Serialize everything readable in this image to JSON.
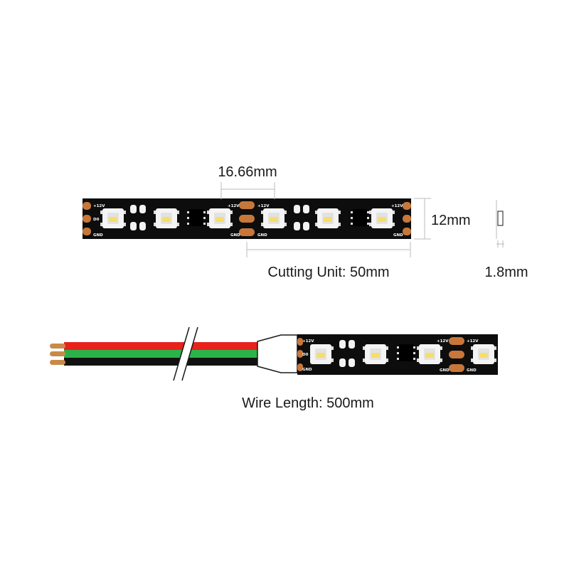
{
  "dimensions": {
    "led_pitch": "16.66mm",
    "width": "12mm",
    "cutting_unit": "Cutting Unit: 50mm",
    "thickness": "1.8mm",
    "wire_length": "Wire Length: 500mm"
  },
  "pad_labels": {
    "power": "+12V",
    "data": "D0",
    "ground": "GND"
  },
  "colors": {
    "pcb": "#0d0d0d",
    "pad": "#c8773a",
    "led_housing": "#f4f4f4",
    "led_die": "#f5de6a",
    "wire_red": "#e8211c",
    "wire_green": "#2bb34a",
    "wire_black": "#111111",
    "wire_tip": "#c88a4a",
    "dimension_line": "#bbbbbb"
  }
}
